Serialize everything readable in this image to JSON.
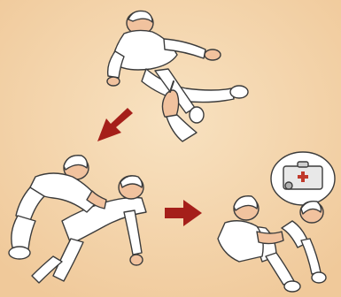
{
  "colors": {
    "background": "#f3d3a8",
    "background_light": "#f8e2c1",
    "clothing": "#ffffff",
    "skin": "#f1c29e",
    "outline": "#3b3b3b",
    "arrow": "#a51f1a",
    "kit_red": "#c0392b"
  },
  "panels": [
    {
      "name": "casualty-lying-down",
      "description_icon": "person-lying-icon"
    },
    {
      "name": "rescuer-check-casualty",
      "description_icon": "rescuer-kneeling-icon"
    },
    {
      "name": "rescuer-after-first-aid",
      "description_icon": "first-aid-kit-icon"
    }
  ],
  "arrows": [
    {
      "name": "arrow-down-left",
      "direction": "down-left"
    },
    {
      "name": "arrow-right",
      "direction": "right"
    }
  ]
}
